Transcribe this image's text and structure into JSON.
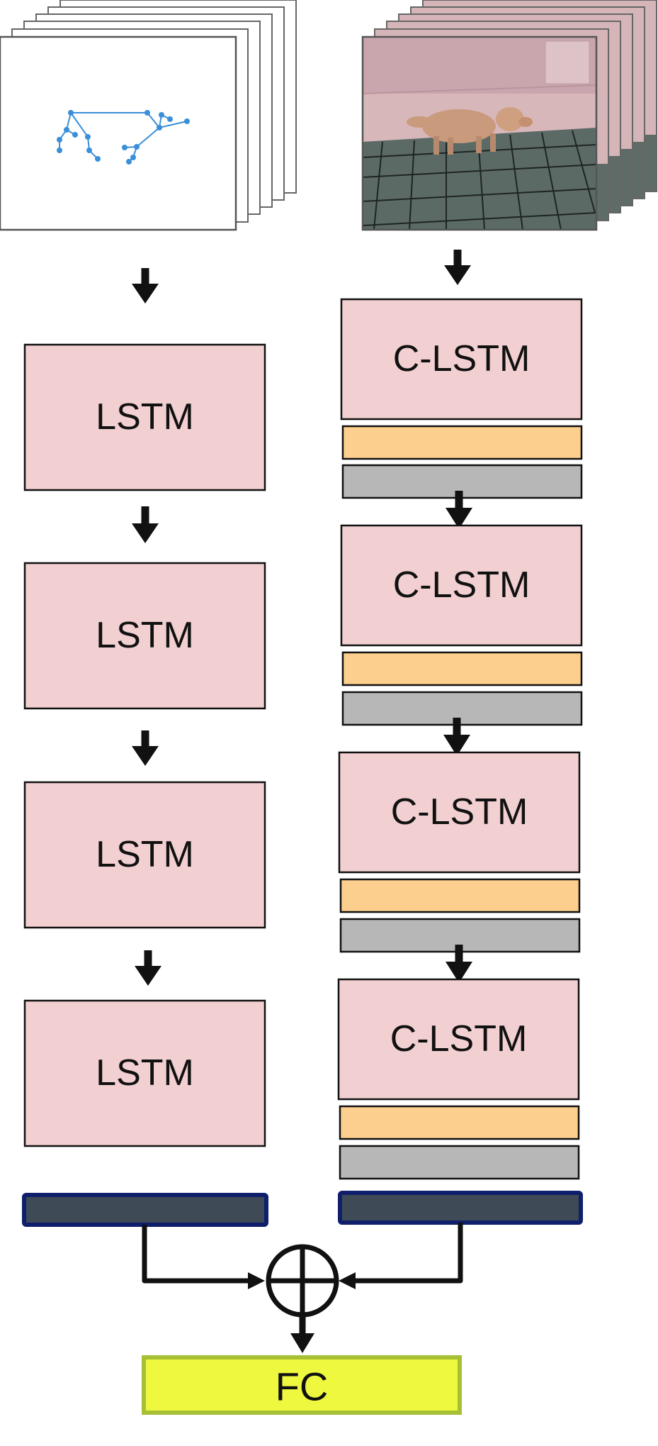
{
  "colors": {
    "lstm_fill": "#f2cfd0",
    "bn_fill": "#fdcf8e",
    "relu_fill": "#b7b7b7",
    "feature_fill": "#3e4a55",
    "feature_border": "#0f1f6b",
    "fc_fill": "#edf83f",
    "fc_border": "#a7bf35",
    "arrow": "#111111",
    "keypoint": "#3a8fd8",
    "floor": "#5e6b66",
    "wall": "#d8b7bb"
  },
  "icons": {
    "pose_frames": "pose-skeleton-frame-stack",
    "video_frames": "dog-video-frame-stack",
    "fusion": "circled-plus-icon"
  },
  "left_branch": {
    "layers": [
      {
        "label": "LSTM"
      },
      {
        "label": "LSTM"
      },
      {
        "label": "LSTM"
      },
      {
        "label": "LSTM"
      }
    ]
  },
  "right_branch": {
    "layers": [
      {
        "label": "C-LSTM"
      },
      {
        "label": "C-LSTM"
      },
      {
        "label": "C-LSTM"
      },
      {
        "label": "C-LSTM"
      }
    ]
  },
  "output": {
    "label": "FC"
  }
}
